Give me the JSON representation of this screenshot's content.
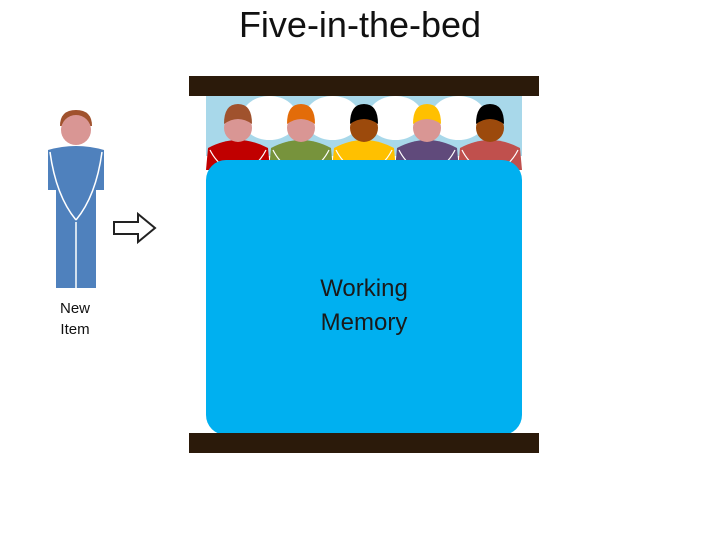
{
  "title": "Five-in-the-bed",
  "new_item": {
    "line1": "New",
    "line2": "Item",
    "icon": "standing-person-icon",
    "shirt_color": "#4f81bd",
    "hair_color": "#a0522d",
    "skin_color": "#d99694"
  },
  "arrow": {
    "icon": "right-arrow-icon"
  },
  "bed": {
    "frame_color": "#2b1a0a",
    "blanket_color": "#00b0f0",
    "pillow_color": "#a8d8ea",
    "label_line1": "Working",
    "label_line2": "Memory",
    "occupants": [
      {
        "name": "person-1",
        "shirt_color": "#c00000",
        "hair_color": "#a0522d",
        "skin_color": "#d99694"
      },
      {
        "name": "person-2",
        "shirt_color": "#77933c",
        "hair_color": "#e36c09",
        "skin_color": "#d99694"
      },
      {
        "name": "person-3",
        "shirt_color": "#ffc000",
        "hair_color": "#000000",
        "skin_color": "#9c4a0c"
      },
      {
        "name": "person-4",
        "shirt_color": "#604a7b",
        "hair_color": "#ffc000",
        "skin_color": "#d99694"
      },
      {
        "name": "person-5",
        "shirt_color": "#c0504d",
        "hair_color": "#000000",
        "skin_color": "#9c4a0c"
      }
    ]
  }
}
